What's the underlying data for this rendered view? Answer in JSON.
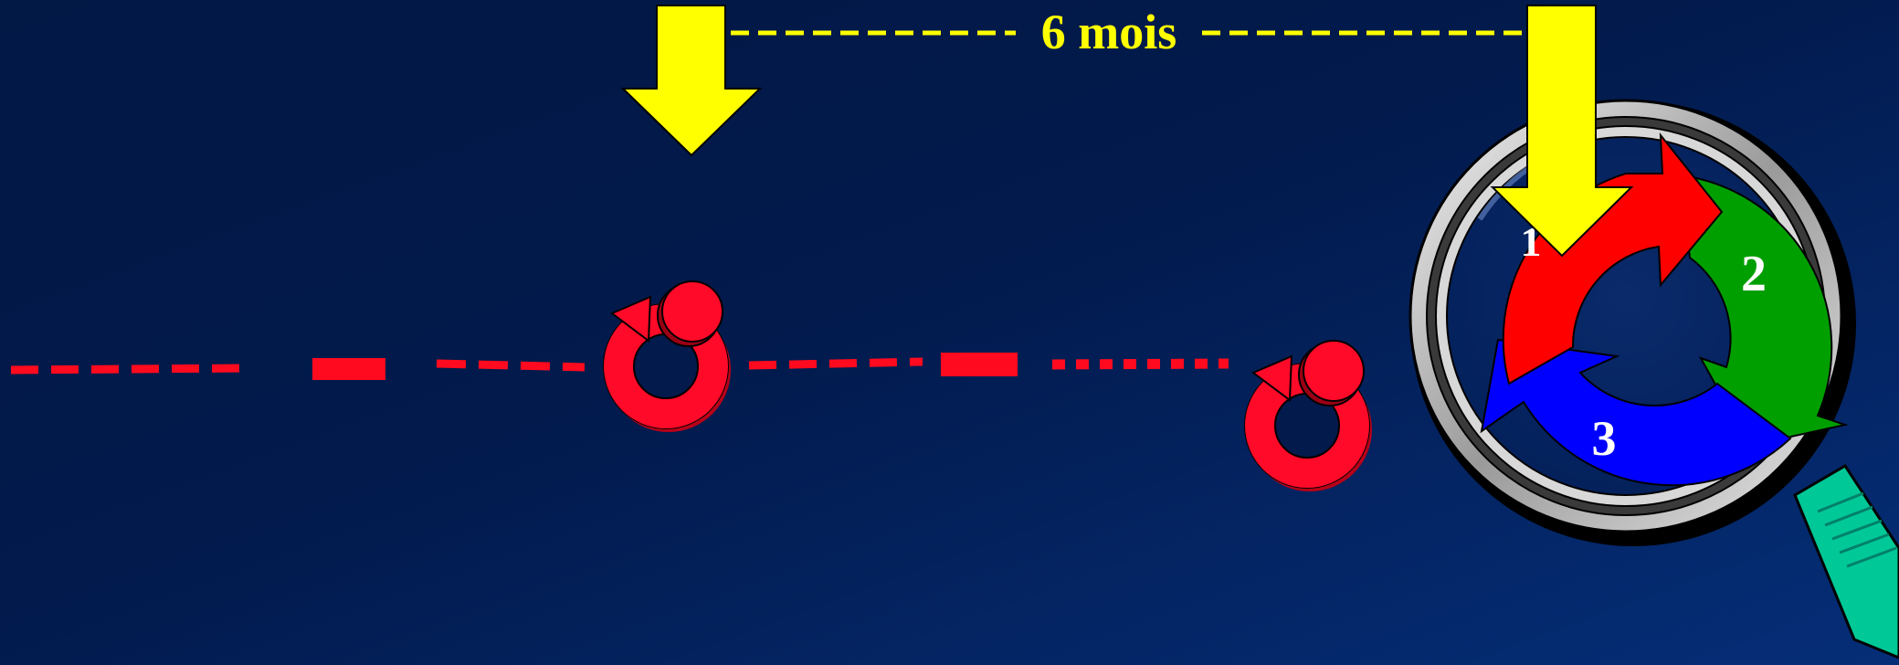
{
  "timeline": {
    "interval_label": "6 mois"
  },
  "cycle": {
    "steps": [
      {
        "label": "1",
        "color": "#ff0000"
      },
      {
        "label": "2",
        "color": "#009f00"
      },
      {
        "label": "3",
        "color": "#0000ff"
      }
    ]
  },
  "colors": {
    "background": "#021a4c",
    "timeline": "#ff0a1e",
    "arrow": "#ffff00",
    "handle": "#00c896"
  },
  "icons": [
    "down-arrow-icon",
    "refresh-cycle-icon",
    "magnifier-icon"
  ]
}
